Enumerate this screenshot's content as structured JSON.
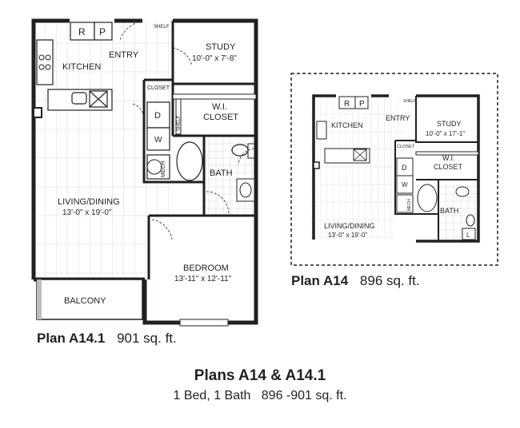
{
  "large_plan": {
    "rooms": {
      "kitchen": "KITCHEN",
      "entry": "ENTRY",
      "study": "STUDY",
      "study_dim": "10'-0\" x 7'-8\"",
      "closet": "CLOSET",
      "wi_closet_1": "W.I.",
      "wi_closet_2": "CLOSET",
      "shelf_top": "SHELF",
      "shelf_side": "SHELF",
      "living": "LIVING/DINING",
      "living_dim": "13'-0\" x 19'-0\"",
      "bath": "BATH",
      "bedroom": "BEDROOM",
      "bedroom_dim": "13'-11\" x 12'-11\"",
      "balcony": "BALCONY",
      "fridge": "R",
      "pantry": "P",
      "dryer": "D",
      "washer": "W",
      "mech": "MECH"
    },
    "caption_name": "Plan A14.1",
    "caption_area": "901 sq. ft."
  },
  "small_plan": {
    "rooms": {
      "kitchen": "KITCHEN",
      "entry": "ENTRY",
      "study": "STUDY",
      "study_dim": "10'-0\" x 17'-1\"",
      "closet": "CLOSET",
      "wi_closet_1": "W.I.",
      "wi_closet_2": "CLOSET",
      "shelf_top": "SHELF",
      "living": "LIVING/DINING",
      "living_dim": "13'-0\" x 19'-0\"",
      "bath": "BATH",
      "fridge": "R",
      "pantry": "P",
      "dryer": "D",
      "washer": "W",
      "mech": "MECH",
      "linen": "L"
    },
    "caption_name": "Plan A14",
    "caption_area": "896 sq. ft."
  },
  "title": "Plans A14 & A14.1",
  "subtitle": "1 Bed, 1 Bath   896 -901 sq. ft."
}
